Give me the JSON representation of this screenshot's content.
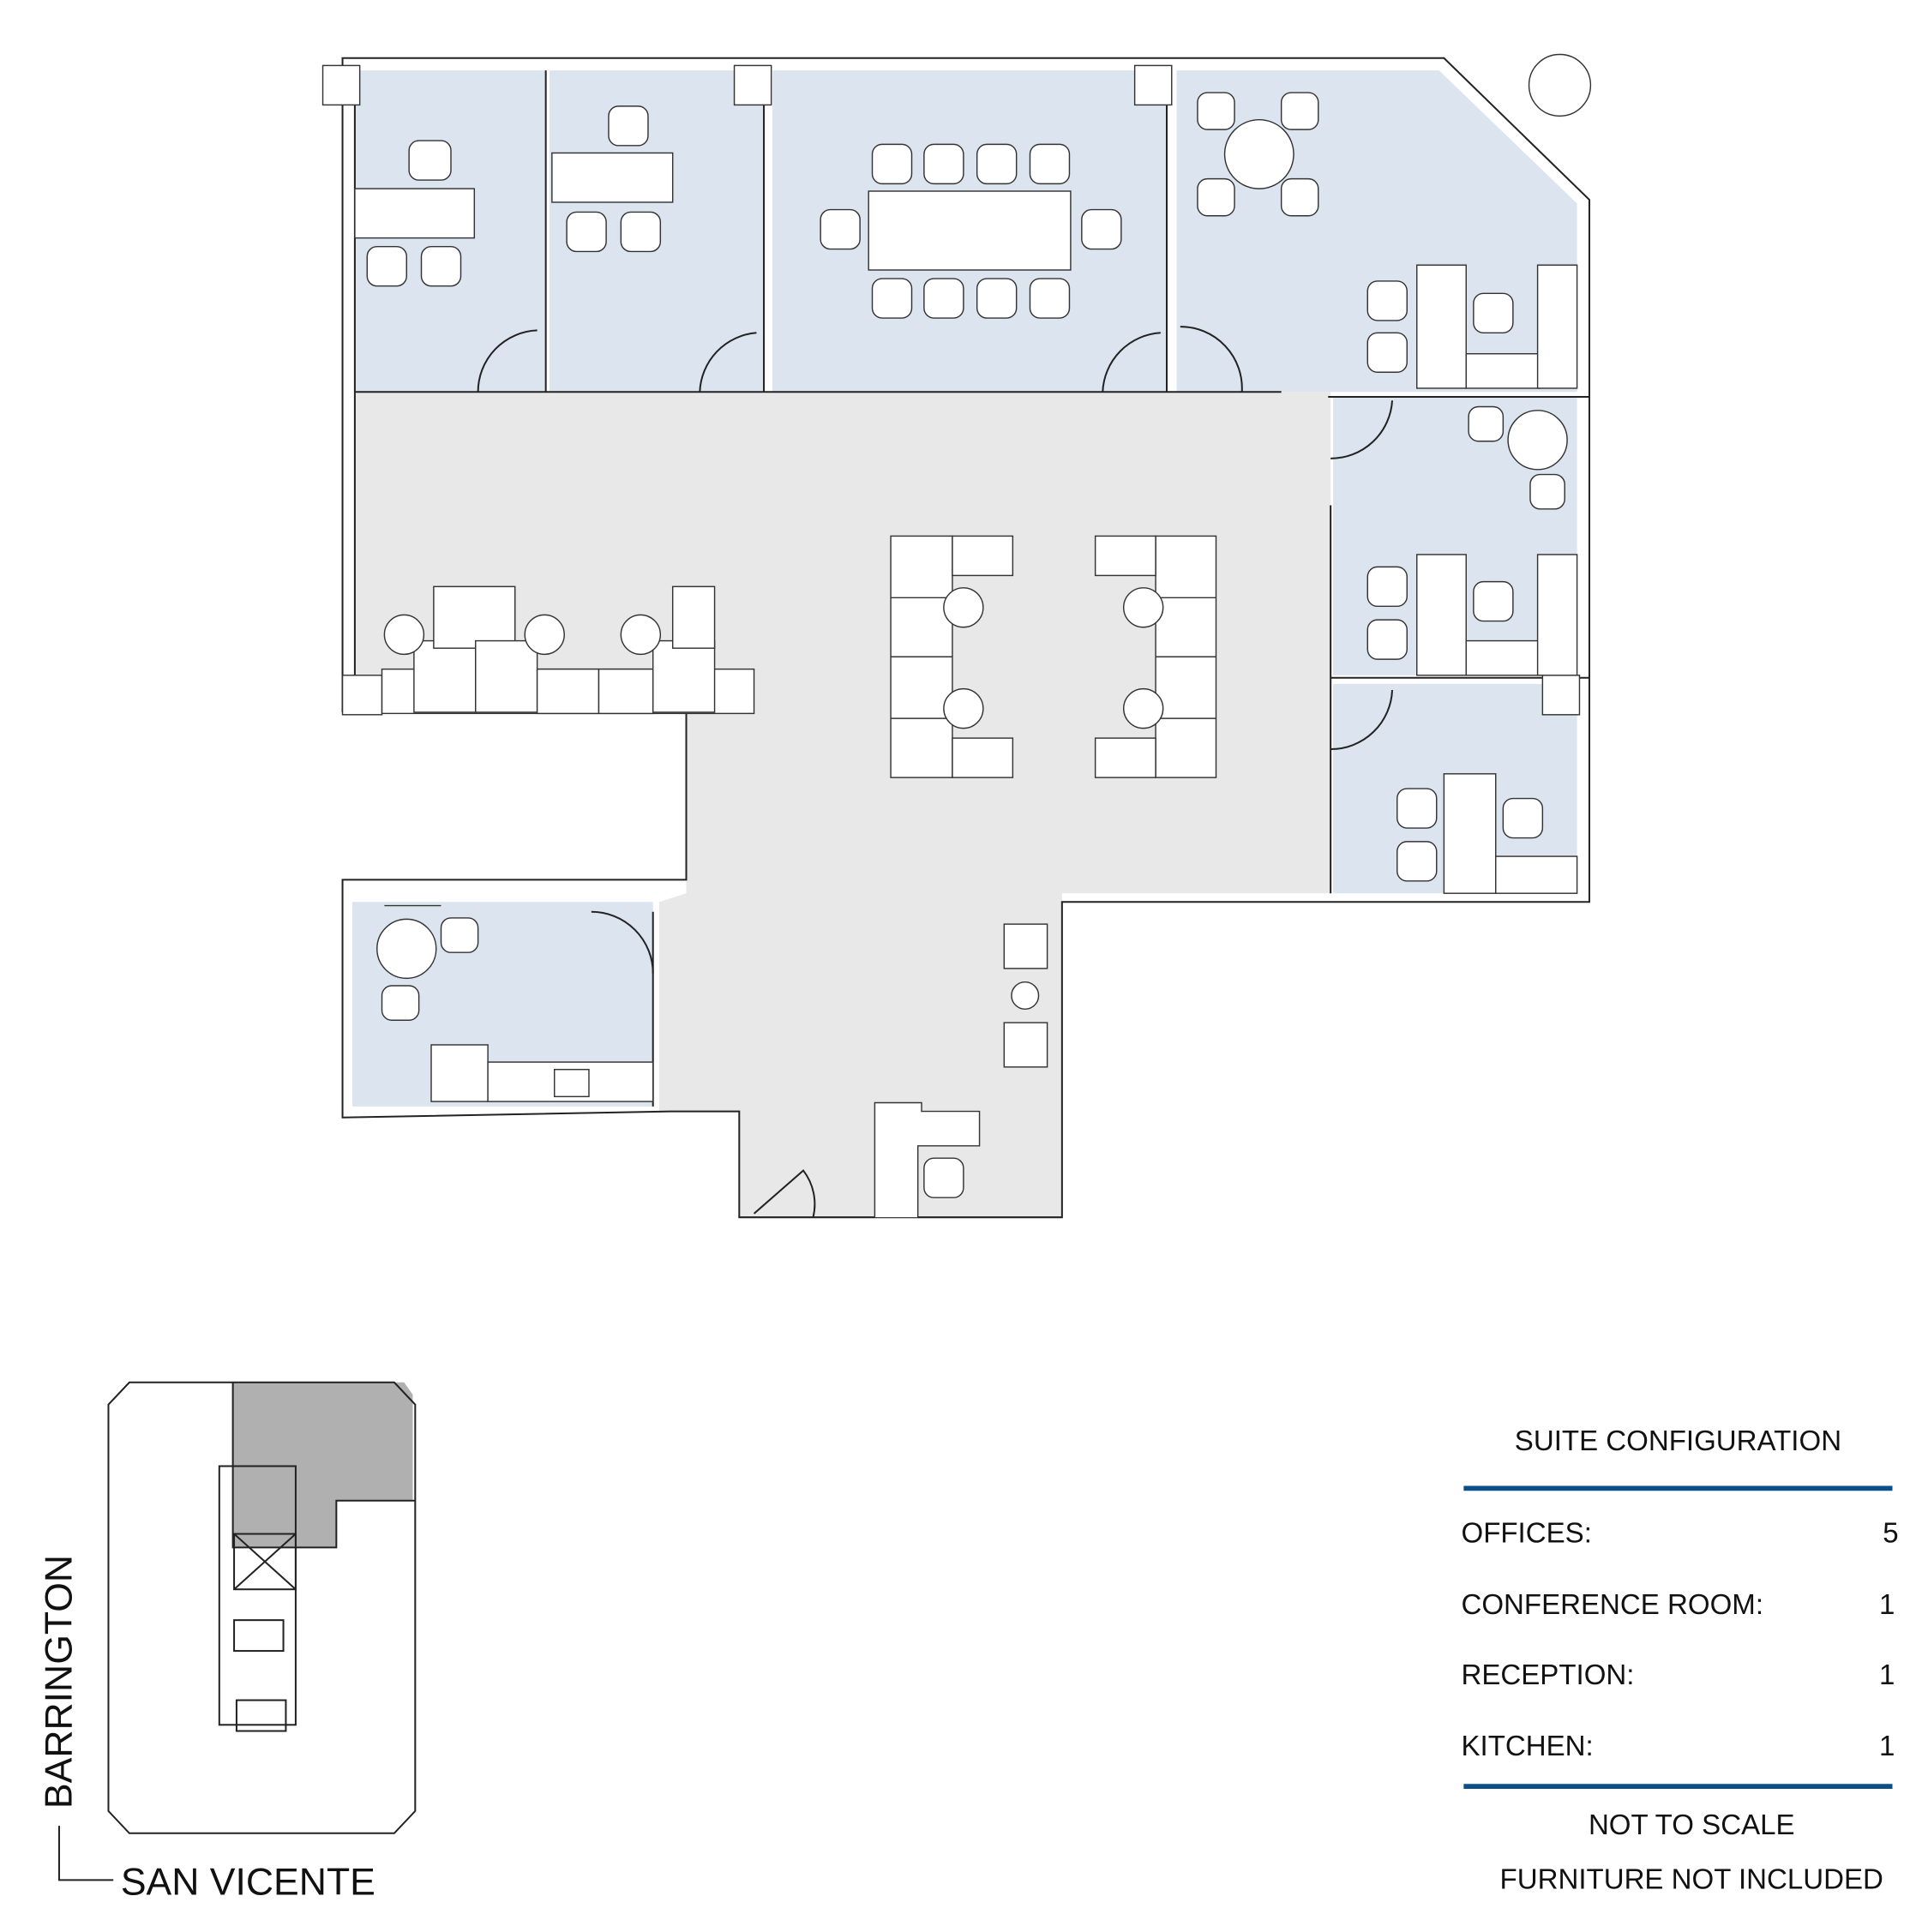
{
  "legend": {
    "title": "SUITE CONFIGURATION",
    "rows": [
      {
        "label": "OFFICES:",
        "value": "5"
      },
      {
        "label": "CONFERENCE ROOM:",
        "value": "1"
      },
      {
        "label": "RECEPTION:",
        "value": "1"
      },
      {
        "label": "KITCHEN:",
        "value": "1"
      }
    ],
    "notes": [
      "NOT TO SCALE",
      "FURNITURE NOT INCLUDED"
    ],
    "rule_color": "#0b4f8a"
  },
  "key_plan": {
    "street_vertical": "BARRINGTON",
    "street_horizontal": "SAN VICENTE",
    "highlight_color": "#b0b0b0"
  },
  "colors": {
    "office_fill": "#dbe4ef",
    "common_fill": "#e8e8e8"
  }
}
